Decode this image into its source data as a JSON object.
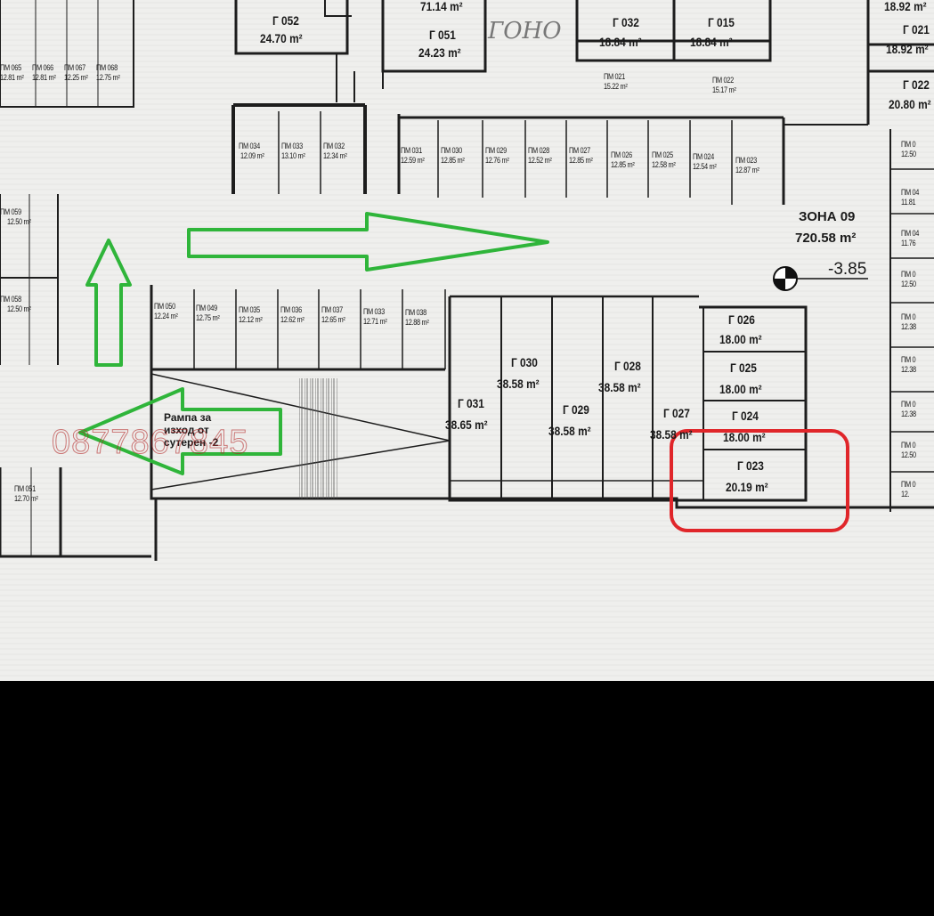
{
  "zone": {
    "name": "ЗОНА 09",
    "area": "720.58 m²",
    "level": "-3.85"
  },
  "ramp_note": {
    "line1": "Рампа за",
    "line2": "изход от",
    "line3": "сутерен -2"
  },
  "watermark_phone": "0877867845",
  "handwritten_note": "ГОНО",
  "highlight": {
    "target": "Г 023",
    "color": "#e0262a"
  },
  "arrow_color": "#2fb53a",
  "garages": [
    {
      "name": "Г 052",
      "area": "24.70 m²"
    },
    {
      "name": "Г 051",
      "area": "24.23 m²"
    },
    {
      "name": "Г 032",
      "area": "18.84 m²"
    },
    {
      "name": "Г 015",
      "area": "18.84 m²"
    },
    {
      "name": "Г 021",
      "area": "18.92 m²"
    },
    {
      "name": "Г 022",
      "area": "20.80 m²"
    },
    {
      "name": "Г 026",
      "area": "18.00 m²"
    },
    {
      "name": "Г 025",
      "area": "18.00 m²"
    },
    {
      "name": "Г 024",
      "area": "18.00 m²"
    },
    {
      "name": "Г 023",
      "area": "20.19 m²"
    },
    {
      "name": "Г 030",
      "area": "38.58 m²"
    },
    {
      "name": "Г 028",
      "area": "38.58 m²"
    },
    {
      "name": "Г 031",
      "area": "38.65 m²"
    },
    {
      "name": "Г 029",
      "area": "38.58 m²"
    },
    {
      "name": "Г 027",
      "area": "38.58 m²"
    }
  ],
  "top_cut_labels": {
    "a": "71.14 m²",
    "b": "18.92 m²"
  },
  "parking_top": [
    {
      "name": "ПМ 034",
      "area": "12.09 m²"
    },
    {
      "name": "ПМ 033",
      "area": "13.10 m²"
    },
    {
      "name": "ПМ 032",
      "area": "12.34 m²"
    },
    {
      "name": "ПМ 031",
      "area": "12.59 m²"
    },
    {
      "name": "ПМ 030",
      "area": "12.85 m²"
    },
    {
      "name": "ПМ 029",
      "area": "12.76 m²"
    },
    {
      "name": "ПМ 028",
      "area": "12.52 m²"
    },
    {
      "name": "ПМ 027",
      "area": "12.85 m²"
    },
    {
      "name": "ПМ 026",
      "area": "12.85 m²"
    },
    {
      "name": "ПМ 025",
      "area": "12.58 m²"
    },
    {
      "name": "ПМ 024",
      "area": "12.54 m²"
    },
    {
      "name": "ПМ 023",
      "area": "12.87 m²"
    }
  ],
  "parking_mid": [
    {
      "name": "ПМ 050",
      "area": "12.24 m²"
    },
    {
      "name": "ПМ 049",
      "area": "12.75 m²"
    },
    {
      "name": "ПМ 035",
      "area": "12.12 m²"
    },
    {
      "name": "ПМ 036",
      "area": "12.62 m²"
    },
    {
      "name": "ПМ 037",
      "area": "12.65 m²"
    },
    {
      "name": "ПМ 033",
      "area": "12.71 m²"
    },
    {
      "name": "ПМ 038",
      "area": "12.88 m²"
    }
  ],
  "parking_small_top": [
    {
      "name": "ПМ 021",
      "area": "15.22 m²"
    },
    {
      "name": "ПМ 022",
      "area": "15.17 m²"
    }
  ],
  "parking_top_left": [
    {
      "name": "ПМ 065",
      "area": "12.81 m²"
    },
    {
      "name": "ПМ 066",
      "area": "12.81 m²"
    },
    {
      "name": "ПМ 067",
      "area": "12.25 m²"
    },
    {
      "name": "ПМ 068",
      "area": "12.75 m²"
    }
  ],
  "parking_left": [
    {
      "name": "ПМ 059",
      "area": "12.50 m²"
    },
    {
      "name": "ПМ 058",
      "area": "12.50 m²"
    },
    {
      "name": "ПМ 051",
      "area": "12.70 m²"
    }
  ],
  "parking_right": [
    {
      "name": "ПМ 0",
      "area": "12.50"
    },
    {
      "name": "ПМ 04",
      "area": "11.81"
    },
    {
      "name": "ПМ 04",
      "area": "11.76"
    },
    {
      "name": "ПМ 0",
      "area": "12.50"
    },
    {
      "name": "ПМ 0",
      "area": "12.38"
    },
    {
      "name": "ПМ 0",
      "area": "12.38"
    },
    {
      "name": "ПМ 0",
      "area": "12.38"
    },
    {
      "name": "ПМ 0",
      "area": "12.50"
    },
    {
      "name": "ПМ 0",
      "area": "12."
    }
  ]
}
